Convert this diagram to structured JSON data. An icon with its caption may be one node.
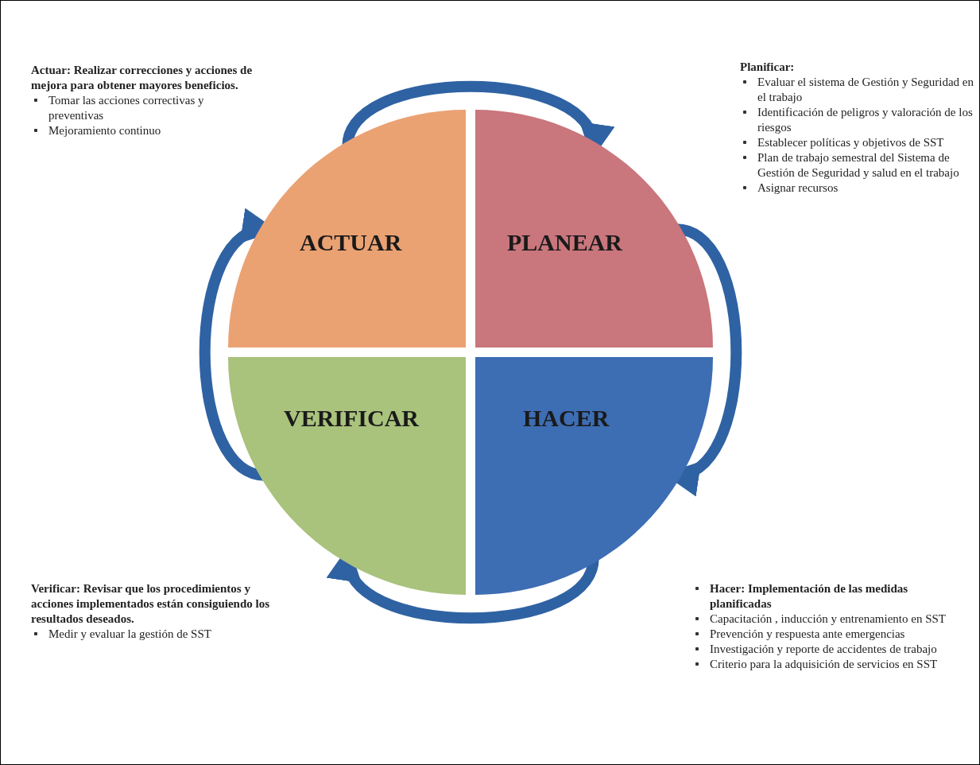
{
  "diagram": {
    "nodes": [
      {
        "text": [
          "ACTUAR"
        ]
      },
      {
        "text": [
          "PLANEAR"
        ]
      },
      {
        "text": [
          "VERIFICAR"
        ]
      },
      {
        "text": [
          "HACER"
        ]
      }
    ],
    "edges": [
      {
        "from": 0,
        "to": 1,
        "arrow": "to"
      },
      {
        "from": 1,
        "to": 3,
        "arrow": "to"
      },
      {
        "from": 3,
        "to": 2,
        "arrow": "to"
      },
      {
        "from": 2,
        "to": 0,
        "arrow": "to"
      }
    ],
    "labels": [
      "Actuar: Realizar correcciones y acciones de mejora para obtener mayores beneficios.",
      "Tomar las acciones correctivas y preventivas",
      "Mejoramiento continuo",
      "Planificar:",
      "Evaluar el sistema de Gestión y Seguridad en el trabajo",
      "Identificación de peligros y valoración de los riesgos",
      "Establecer políticas y objetivos de SST",
      "Plan de trabajo semestral del Sistema de Gestión de Seguridad y salud en el trabajo",
      "Asignar recursos",
      "Verificar: Revisar que los procedimientos y acciones implementados están consiguiendo los resultados deseados.",
      "Medir y evaluar la gestión de SST",
      "Hacer: Implementación de las medidas planificadas",
      "Capacitación , inducción y entrenamiento en SST",
      "Prevención y respuesta ante emergencias",
      "Investigación y reporte de accidentes de trabajo",
      "Criterio para la adquisición de servicios en SST"
    ]
  }
}
